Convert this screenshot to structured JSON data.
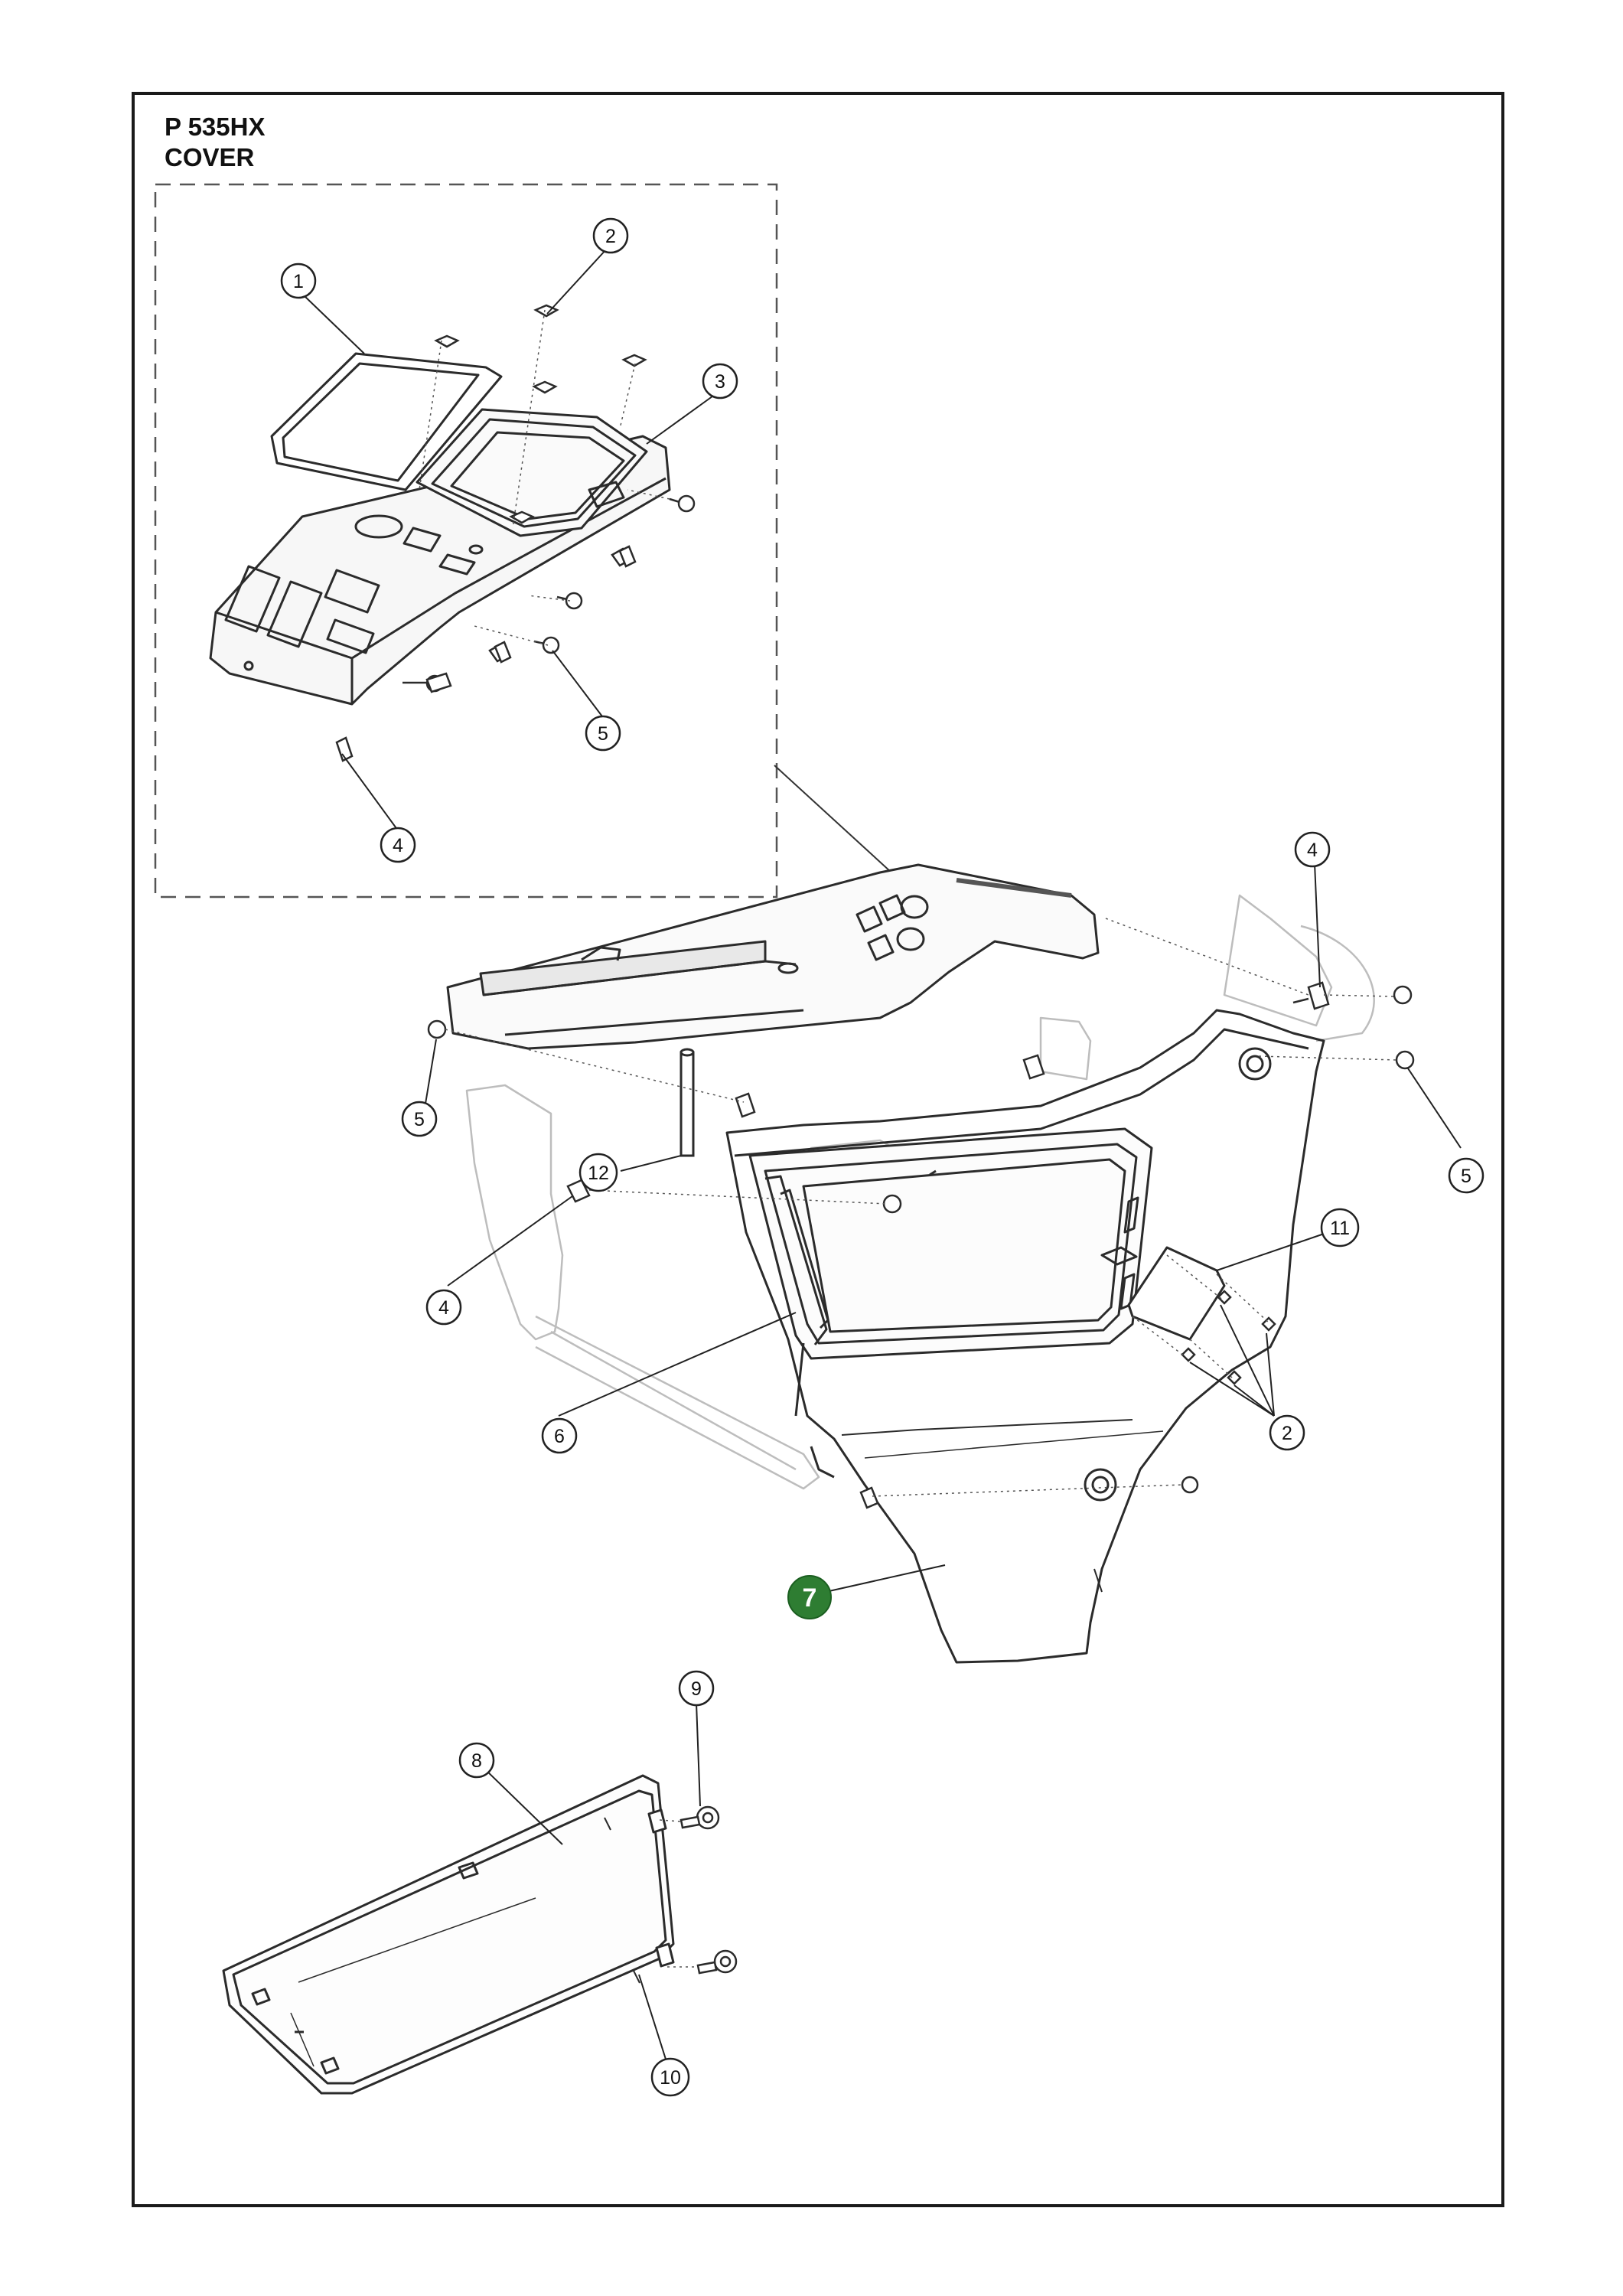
{
  "header": {
    "model": "P 535HX",
    "section": "COVER"
  },
  "colors": {
    "frame": "#1a1a1a",
    "part_line": "#2b2b2b",
    "ghost_line": "#b9b9b9",
    "callout_highlight": "#2e7d32"
  },
  "callouts": {
    "c1": "1",
    "c2a": "2",
    "c3": "3",
    "c5a": "5",
    "c4a": "4",
    "c4b": "4",
    "c5b": "5",
    "c12": "12",
    "c5c": "5",
    "c4c": "4",
    "c11": "11",
    "c6": "6",
    "c2b": "2",
    "c7": "7",
    "c9": "9",
    "c8": "8",
    "c10": "10"
  }
}
